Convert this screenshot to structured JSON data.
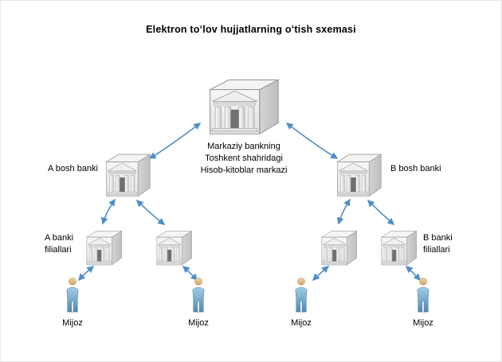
{
  "title": "Elektron toʻlov hujjatlarning oʻtish sxemasi",
  "colors": {
    "arrow": "#4e8ec6"
  },
  "nodes": {
    "central_bank": {
      "label_lines": [
        "Markaziy bankning",
        "Toshkent shahridagi",
        "Hisob-kitoblar markazi"
      ]
    },
    "bank_a": {
      "label": "A bosh banki"
    },
    "bank_b": {
      "label": "B bosh banki"
    },
    "branches_a": {
      "label_lines": [
        "A banki",
        "filiallari"
      ]
    },
    "branches_b": {
      "label_lines": [
        "B banki",
        "filiallari"
      ]
    },
    "clients": [
      {
        "label": "Mijoz"
      },
      {
        "label": "Mijoz"
      },
      {
        "label": "Mijoz"
      },
      {
        "label": "Mijoz"
      }
    ]
  }
}
